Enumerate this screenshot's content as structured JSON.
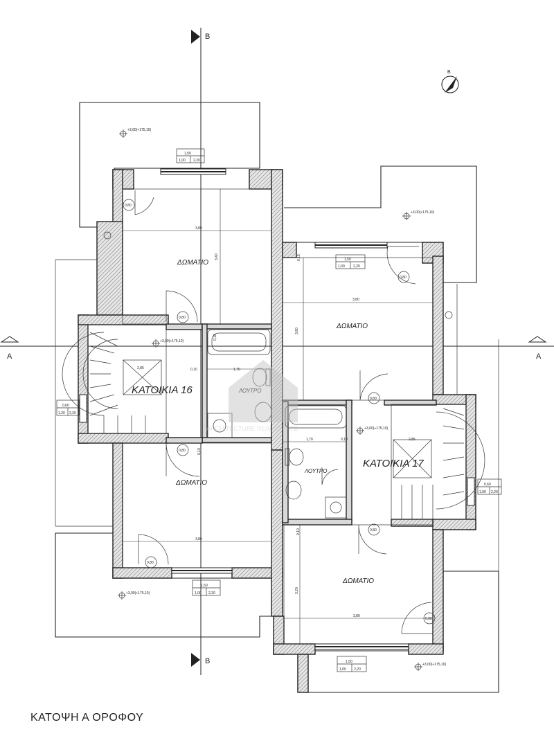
{
  "title": "ΚΑΤΟΨΗ Α ΟΡΟΦΟΥ",
  "section_markers": {
    "top": "B",
    "bottom": "B",
    "left": "A",
    "right": "A"
  },
  "north_label": "B",
  "units": {
    "unit16": "ΚΑΤΟΙΚΙΑ 16",
    "unit17": "ΚΑΤΟΙΚΙΑ 17"
  },
  "rooms": {
    "room_top_left": "ΔΩΜΑΤΙΟ",
    "room_mid_right": "ΔΩΜΑΤΙΟ",
    "room_bottom_left": "ΔΩΜΑΤΙΟ",
    "room_bottom_right": "ΔΩΜΑΤΙΟ",
    "bath16": "ΛΟΥΤΡΟ",
    "bath17": "ΛΟΥΤΡΟ"
  },
  "levels": {
    "top_left_balcony": "+3,00(+175,10)",
    "top_right_balcony": "+3,00(+175,10)",
    "landing16": "+3,00(+175,10)",
    "landing17": "+3,00(+175,10)",
    "bottom_left_balcony": "+3,00(+175,10)",
    "bottom_right_balcony": "+3,00(+175,10)"
  },
  "windows": {
    "w_top_left": {
      "width": "1,50",
      "sill": "1,00",
      "height": "2,20"
    },
    "w_top_right": {
      "width": "1,50",
      "sill": "1,00",
      "height": "2,20"
    },
    "w_left_side": {
      "width": "0,60",
      "sill": "1,20",
      "height": "2,20"
    },
    "w_right_side": {
      "width": "0,60",
      "sill": "1,00",
      "height": "2,20"
    },
    "w_bottom_left": {
      "width": "1,50",
      "sill": "1,00",
      "height": "2,20"
    },
    "w_bottom_right": {
      "width": "1,50",
      "sill": "1,00",
      "height": "2,20"
    }
  },
  "dimensions": {
    "d_top_left_width": "3,80",
    "d_top_left_height": "3,40",
    "d_mid_right_width": "3,80",
    "d_mid_right_height": "3,80",
    "d_small_right": "0,15",
    "d_stair16": "2,85",
    "d_bath16_a": "0,10",
    "d_bath16_b": "1,70",
    "d_bath16_c": "0,10",
    "d_bath16_d": "0,10",
    "d_bath17_a": "1,70",
    "d_bath17_b": "0,10",
    "d_stair17": "2,85",
    "d_bottom_left_width": "3,80",
    "d_bottom_right_width": "3,80",
    "d_bottom_right_height": "3,20",
    "d_bottom_right_small": "0,10"
  },
  "door_tags": {
    "t1": "0,80",
    "t2": "0,80",
    "t3": "0,80",
    "t4": "0,80",
    "t5": "0,80",
    "t6": "0,80",
    "t7": "0,80",
    "t8": "0,80"
  },
  "watermark": "ARCHITECTURE REAL ESTATE"
}
